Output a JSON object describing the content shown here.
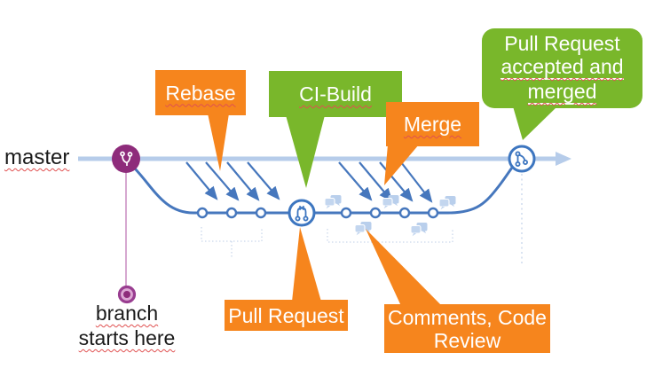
{
  "diagram": {
    "labels": {
      "master": "master",
      "branch_start_line1": "branch",
      "branch_start_line2": "starts here"
    },
    "callouts": {
      "rebase": {
        "label": "Rebase"
      },
      "ci_build": {
        "label": "CI-Build"
      },
      "merge": {
        "label": "Merge"
      },
      "pull_request": {
        "label": "Pull Request"
      },
      "pr_accepted": {
        "line1": "Pull Request",
        "line2": "accepted and",
        "line3": "merged"
      },
      "comments": {
        "line1": "Comments, Code",
        "line2": "Review"
      }
    },
    "icons": {
      "branch_point": "git-branch-icon",
      "pull_request_node": "git-pull-request-icon",
      "merge_commit_node": "git-merge-icon",
      "code_review": "comments-icon"
    },
    "colors": {
      "orange": "#F6851D",
      "green": "#79B72B",
      "master_line": "#B6CCEA",
      "branch_line": "#4677BD",
      "node_border": "#3D76C0",
      "purple_node": "#8E2C7B",
      "branch_connector_pink": "#CC92C4",
      "comment_bubble_blue": "#BDD2EE",
      "dotted_guide_blue": "#CBD8EC",
      "label_text": "#1A1A1A",
      "spellcheck_red": "#E05050"
    }
  }
}
